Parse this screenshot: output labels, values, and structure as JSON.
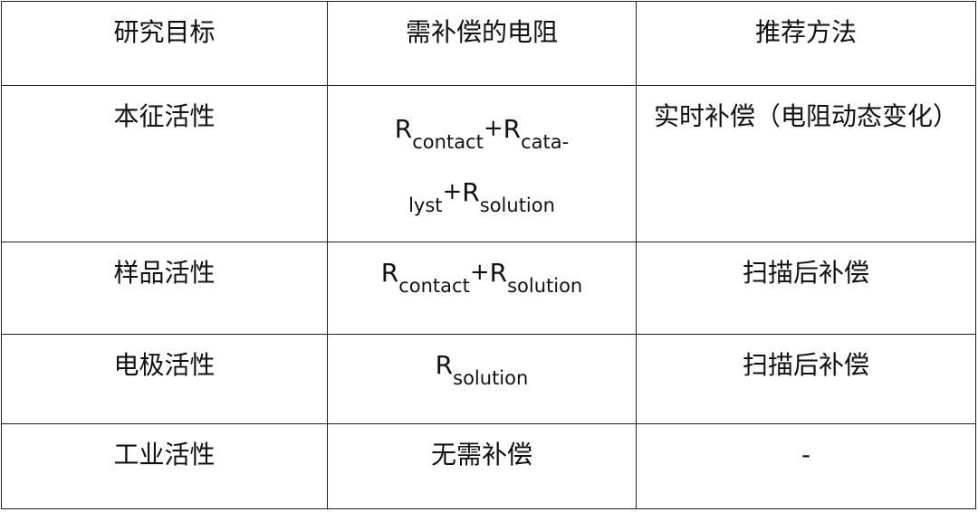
{
  "table": {
    "headers": [
      "研究目标",
      "需补偿的电阻",
      "推荐方法"
    ],
    "rows": [
      {
        "target": "本征活性",
        "resistance": {
          "line1": {
            "R1": "R",
            "sub1": "contact",
            "plus1": "+",
            "R2": "R",
            "sub2": "cata-"
          },
          "line2": {
            "sub2b": "lyst",
            "plus2": "+",
            "R3": "R",
            "sub3": "solution"
          }
        },
        "method": "实时补偿（电阻动态变化）"
      },
      {
        "target": "样品活性",
        "resistance": {
          "R1": "R",
          "sub1": "contact",
          "plus1": "+",
          "R2": "R",
          "sub2": "solution"
        },
        "method": "扫描后补偿"
      },
      {
        "target": "电极活性",
        "resistance": {
          "R1": "R",
          "sub1": "solution"
        },
        "method": "扫描后补偿"
      },
      {
        "target": "工业活性",
        "resistance_text": "无需补偿",
        "method": "-"
      }
    ]
  }
}
